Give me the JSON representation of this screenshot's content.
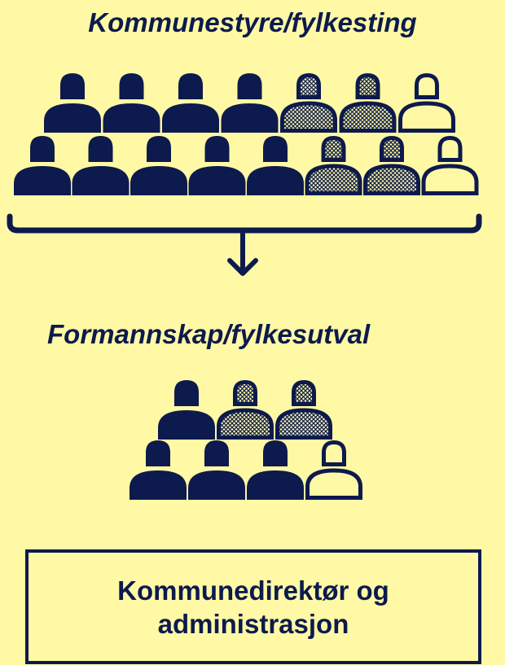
{
  "colors": {
    "background": "#fff9a5",
    "navy": "#0d1a4d"
  },
  "council": {
    "title": "Kommunestyre/fylkesting",
    "rows": [
      [
        "filled",
        "filled",
        "filled",
        "filled",
        "hatched",
        "hatched",
        "outline"
      ],
      [
        "filled",
        "filled",
        "filled",
        "filled",
        "filled",
        "hatched",
        "hatched",
        "outline"
      ]
    ]
  },
  "arrow_icon": "down-arrow-icon",
  "executive": {
    "title": "Formannskap/fylkesutval",
    "rows": [
      [
        "filled",
        "hatched",
        "hatched"
      ],
      [
        "filled",
        "filled",
        "filled",
        "outline"
      ]
    ]
  },
  "administration": {
    "label": "Kommunedirektør og administrasjon"
  }
}
